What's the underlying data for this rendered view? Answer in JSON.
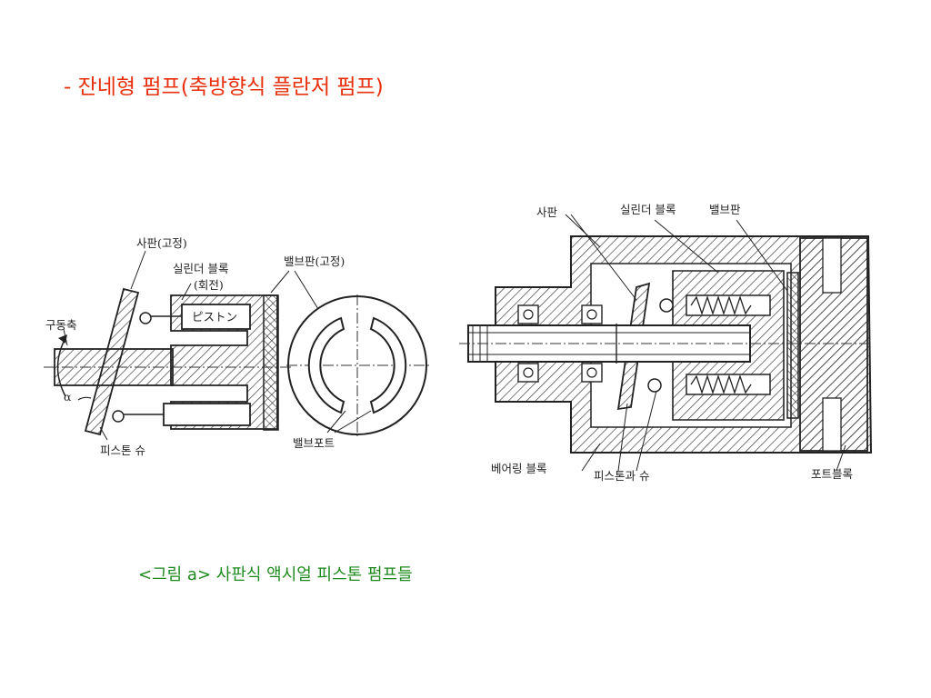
{
  "title": "- 잔네형 펌프(축방향식 플란저 펌프)",
  "caption": "<그림 a> 사판식 액시얼 피스톤 펌프들",
  "figure_left": {
    "swash_plate": "사판(고정)",
    "cylinder_block": "실린더 블록",
    "rotation": "(회전)",
    "valve_plate": "밸브판(고정)",
    "drive_shaft": "구동축",
    "piston": "ピストン",
    "alpha": "α",
    "piston_shoe": "피스톤 슈",
    "valve_port": "밸브포트"
  },
  "figure_right": {
    "swash_plate": "사판",
    "cylinder_block": "실린더 블록",
    "valve_plate": "밸브판",
    "bearing_block": "베어링 블록",
    "piston_shoe": "피스톤과 슈",
    "port_block": "포트블록"
  }
}
